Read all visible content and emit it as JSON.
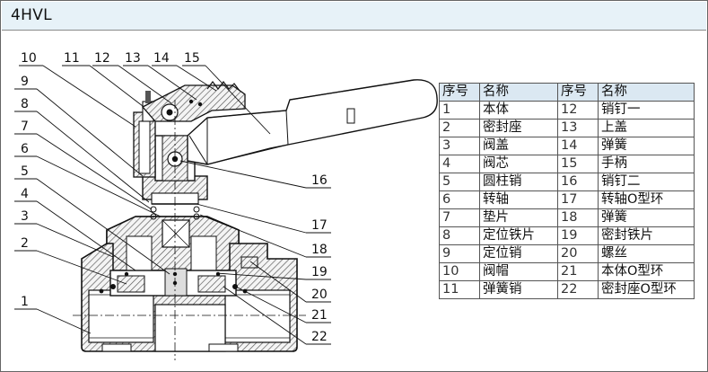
{
  "model": "4HVL",
  "callouts": [
    "1",
    "2",
    "3",
    "4",
    "5",
    "6",
    "7",
    "8",
    "9",
    "10",
    "11",
    "12",
    "13",
    "14",
    "15",
    "16",
    "17",
    "18",
    "19",
    "20",
    "21",
    "22"
  ],
  "table": {
    "headers": [
      "序号",
      "名称",
      "序号",
      "名称"
    ],
    "rows": [
      [
        "1",
        "本体",
        "12",
        "销钉一"
      ],
      [
        "2",
        "密封座",
        "13",
        "上盖"
      ],
      [
        "3",
        "阀盖",
        "14",
        "弹簧"
      ],
      [
        "4",
        "阀芯",
        "15",
        "手柄"
      ],
      [
        "5",
        "圆柱销",
        "16",
        "销钉二"
      ],
      [
        "6",
        "转轴",
        "17",
        "转轴O型环"
      ],
      [
        "7",
        "垫片",
        "18",
        "弹簧"
      ],
      [
        "8",
        "定位铁片",
        "19",
        "密封铁片"
      ],
      [
        "9",
        "定位销",
        "20",
        "螺丝"
      ],
      [
        "10",
        "阀帽",
        "21",
        "本体O型环"
      ],
      [
        "11",
        "弹簧销",
        "22",
        "密封座O型环"
      ]
    ]
  }
}
